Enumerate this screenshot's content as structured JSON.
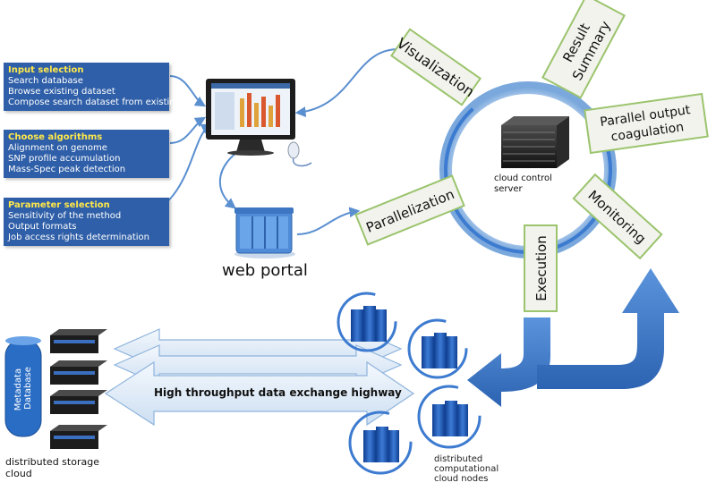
{
  "input_selection": {
    "heading": "Input selection",
    "items": [
      "Search database",
      "Browse existing dataset",
      "Compose search dataset from existing"
    ]
  },
  "choose_algorithms": {
    "heading": "Choose algorithms",
    "items": [
      "Alignment on genome",
      "SNP profile accumulation",
      "Mass-Spec peak detection"
    ]
  },
  "parameter_selection": {
    "heading": "Parameter selection",
    "items": [
      "Sensitivity of the method",
      "Output formats",
      "Job access rights determination"
    ]
  },
  "web_portal_label": "web portal",
  "cloud_server_label": [
    "cloud control",
    "server"
  ],
  "stages": {
    "visualization": "Visualization",
    "result_summary": [
      "Result",
      "Summary"
    ],
    "parallel_output": [
      "Parallel output",
      "coagulation"
    ],
    "monitoring": "Monitoring",
    "execution": "Execution",
    "parallelization": "Parallelization"
  },
  "metadata_db_label": [
    "Metadata",
    "Database"
  ],
  "storage_label": [
    "distributed storage",
    "cloud"
  ],
  "highway_label": "High throughput data exchange highway",
  "compute_label": [
    "distributed",
    "computational",
    "cloud nodes"
  ],
  "colors": {
    "box_blue": "#2f5fa8",
    "heading_yellow": "#ffe84a",
    "arrow_blue": "#3a78c8",
    "tag_green_border": "#9bc46d",
    "tag_fill": "#f3f3ee"
  }
}
